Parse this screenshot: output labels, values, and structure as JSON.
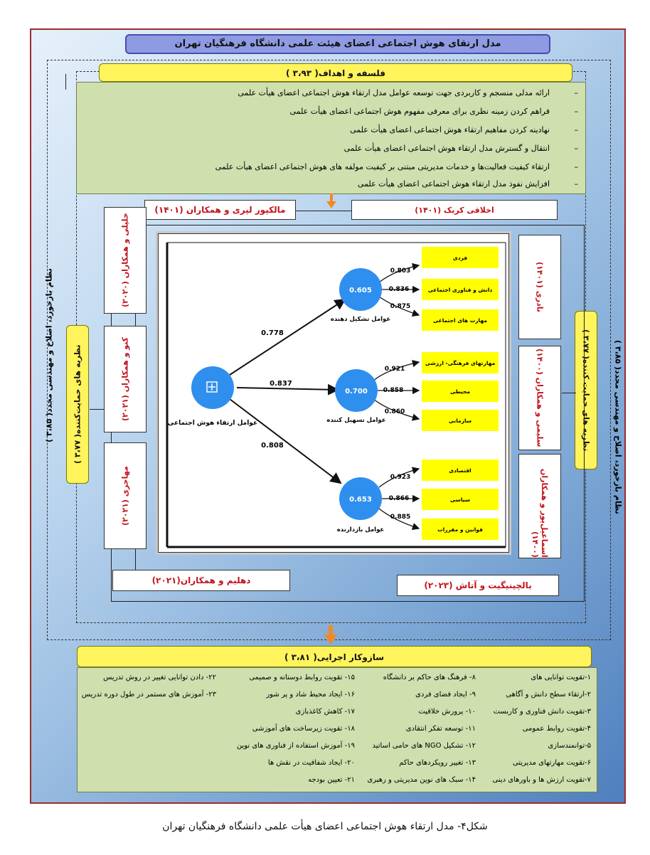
{
  "title": "مدل ارتقای هوش اجتماعی اعضای هیئت علمی دانشگاه فرهنگیان تهران",
  "philosophy": {
    "header": "فلسفه و اهداف( ۳،۹۳ )",
    "items": [
      "ارائه مدلی منسجم و کاربردی جهت توسعه عوامل مدل ارتقاء هوش اجتماعی اعضای هیأت علمی",
      "فراهم کردن زمینه نظری برای معرفی مفهوم هوش اجتماعی اعضای هیأت علمی",
      "نهادینه کردن مفاهیم ارتقاء هوش اجتماعی اعضای هیأت علمی",
      "انتقال و گسترش مدل ارتقاء هوش اجتماعی اعضای هیأت علمی",
      "ارتقاء کیفیت فعالیت‌ها و خدمات مدیریتی مبتنی بر کیفیت مولفه های هوش اجتماعی اعضای هیأت علمی",
      "افزایش نفوذ مدل ارتقاء هوش اجتماعی اعضای هیأت علمی"
    ]
  },
  "outer_left_label": "نظام بازخورد، اصلاح و مهندسی مجدد( ۳،۸۵ )",
  "outer_right_label": "نظام بازخورد، اصلاح و مهندسی مجدد( ۳،۸۵ )",
  "left_support": "نظریه های حمایت‌کننده( ۳،۷۷ )",
  "right_support": "نظریه های حمایت کننده( ۳،۷۷ )",
  "refs": {
    "top_left": "مالکپور لپری و همکاران (۱۴۰۱)",
    "top_right": "اخلاقی کریک (۱۴۰۱)",
    "left_1": "خلیلی و همکاران (۲۰۲۰)",
    "left_2": "کنو و همکاران (۲۰۲۱)",
    "left_3": "مهاجری (۲۰۲۱)",
    "right_1": "نادری (۱۴۰۱)",
    "right_2": "سلیمی و همکاران (۱۴۰۰)",
    "right_3": "اسماعیل‌پور و همکاران (۱۴۰۰)",
    "bottom_left": "دهلیم  و همکاران(۲۰۲۱)",
    "bottom_right": "بالچینیگیت و آتاش (۲۰۲۳)"
  },
  "model": {
    "root": {
      "label": "عوامل ارتقاء هوش اجتماعی",
      "icon": "plus-square-icon"
    },
    "factors": [
      {
        "label": "عوامل تشکیل دهنده",
        "r2": "0.605",
        "path": "0.778",
        "indicators": [
          {
            "label": "فردی",
            "loading": "0.803"
          },
          {
            "label": "دانش و فناوری اجتماعی",
            "loading": "0.836"
          },
          {
            "label": "مهارت های اجتماعی",
            "loading": "0.875"
          }
        ]
      },
      {
        "label": "عوامل تسهیل کننده",
        "r2": "0.700",
        "path": "0.837",
        "indicators": [
          {
            "label": "مهارتهای فرهنگی- ارزشی",
            "loading": "0.921"
          },
          {
            "label": "محیطی",
            "loading": "0.858"
          },
          {
            "label": "سازمانی",
            "loading": "0.860"
          }
        ]
      },
      {
        "label": "عوامل بازدارنده",
        "r2": "0.653",
        "path": "0.808",
        "indicators": [
          {
            "label": "اقتصادی",
            "loading": "0.923"
          },
          {
            "label": "سیاسی",
            "loading": "0.866"
          },
          {
            "label": "قوانین و مقررات",
            "loading": "0.885"
          }
        ]
      }
    ],
    "colors": {
      "node": "#2f8fef",
      "indicator": "#ffff00"
    }
  },
  "execution": {
    "header": "سازوکار اجرایی( ۳،۸۱ )",
    "col1": [
      "۱-تقویت توانایی های",
      "۲-ارتقاء سطح دانش و آگاهی",
      "۳-تقویت دانش فناوری و کاربست",
      "۴-تقویت روابط عمومی",
      "۵-توانمندسازی",
      "۶-تقویت مهارتهای مدیریتی",
      "۷-تقویت ارزش ها و باورهای دینی"
    ],
    "col2": [
      "۸- فرهنگ های حاکم بر دانشگاه",
      "۹- ایجاد فضای فردی",
      "۱۰- پرورش خلاقیت",
      "۱۱- توسعه تفکر انتقادی",
      "۱۲- تشکیل NGO های حامی اساتید",
      "۱۳- تغییر رویکردهای حاکم",
      "۱۴- سبک های نوین مدیریتی و رهبری"
    ],
    "col3": [
      "۱۵- تقویت روابط دوستانه و صمیمی",
      "۱۶- ایجاد محیط شاد و پر شور",
      "۱۷- کاهش کاغذبازی",
      "۱۸- تقویت زیرساخت های آموزشی",
      "۱۹- آموزش استفاده از فناوری های نوین",
      "۲۰- ایجاد شفافیت در نقش ها",
      "۲۱- تعیین بودجه"
    ],
    "col4": [
      "۲۲- دادن توانایی تغییر در روش تدریس",
      "۲۳- آموزش های مستمر در طول دوره تدریس"
    ]
  },
  "caption": "شکل۴- مدل ارتقاء هوش اجتماعی اعضای هیأت علمی دانشگاه فرهنگیان تهران"
}
